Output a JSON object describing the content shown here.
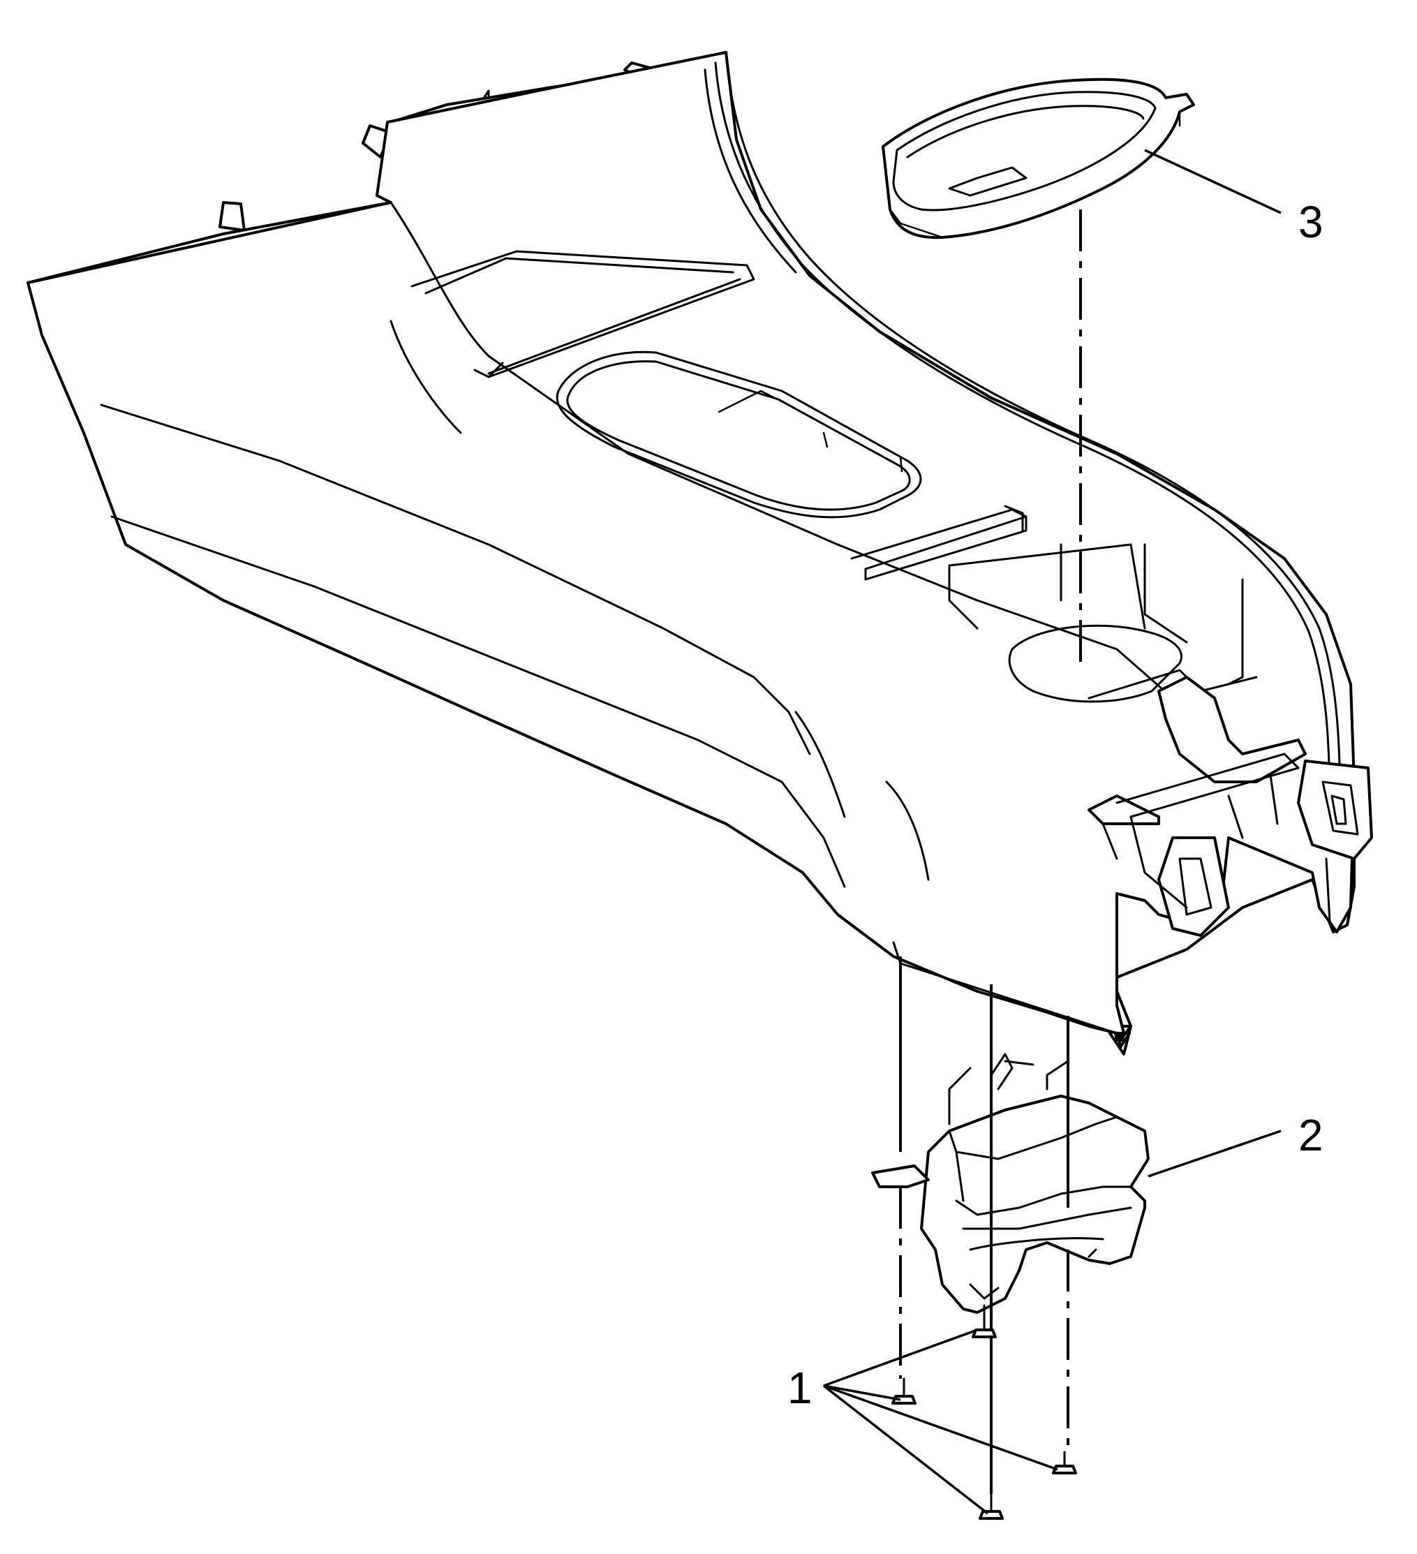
{
  "diagram": {
    "callouts": [
      {
        "id": "1",
        "label": "1",
        "part": "fastener"
      },
      {
        "id": "2",
        "label": "2",
        "part": "bracket"
      },
      {
        "id": "3",
        "label": "3",
        "part": "insert-tray"
      }
    ]
  }
}
